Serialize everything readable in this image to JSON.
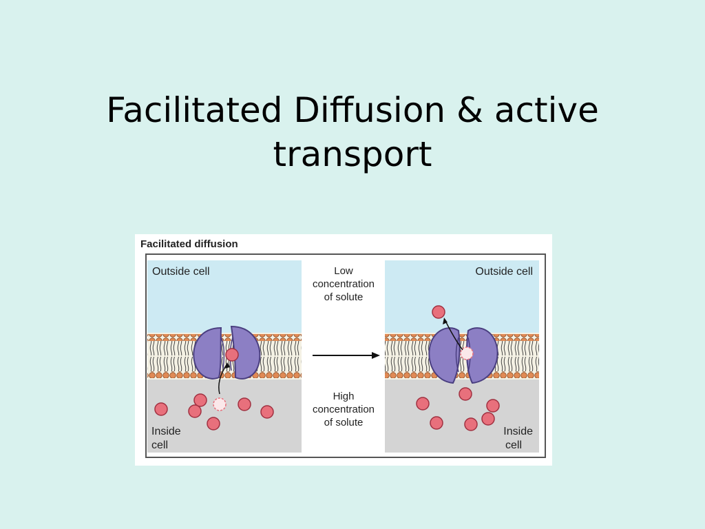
{
  "slide": {
    "title_line1": "Facilitated Diffusion & active",
    "title_line2": "transport"
  },
  "figure": {
    "heading": "Facilitated diffusion",
    "left_panel": {
      "outside_label": "Outside cell",
      "inside_label_line1": "Inside",
      "inside_label_line2": "cell"
    },
    "right_panel": {
      "outside_label": "Outside cell",
      "inside_label_line1": "Inside",
      "inside_label_line2": "cell"
    },
    "center": {
      "low_line1": "Low",
      "low_line2": "concentration",
      "low_line3": "of solute",
      "high_line1": "High",
      "high_line2": "concentration",
      "high_line3": "of solute"
    },
    "colors": {
      "outside": "#cdeaf3",
      "inside": "#d4d4d4",
      "protein": "#8c7fc4",
      "solute": "#e8707c",
      "lipid_head": "#e08a55"
    }
  }
}
